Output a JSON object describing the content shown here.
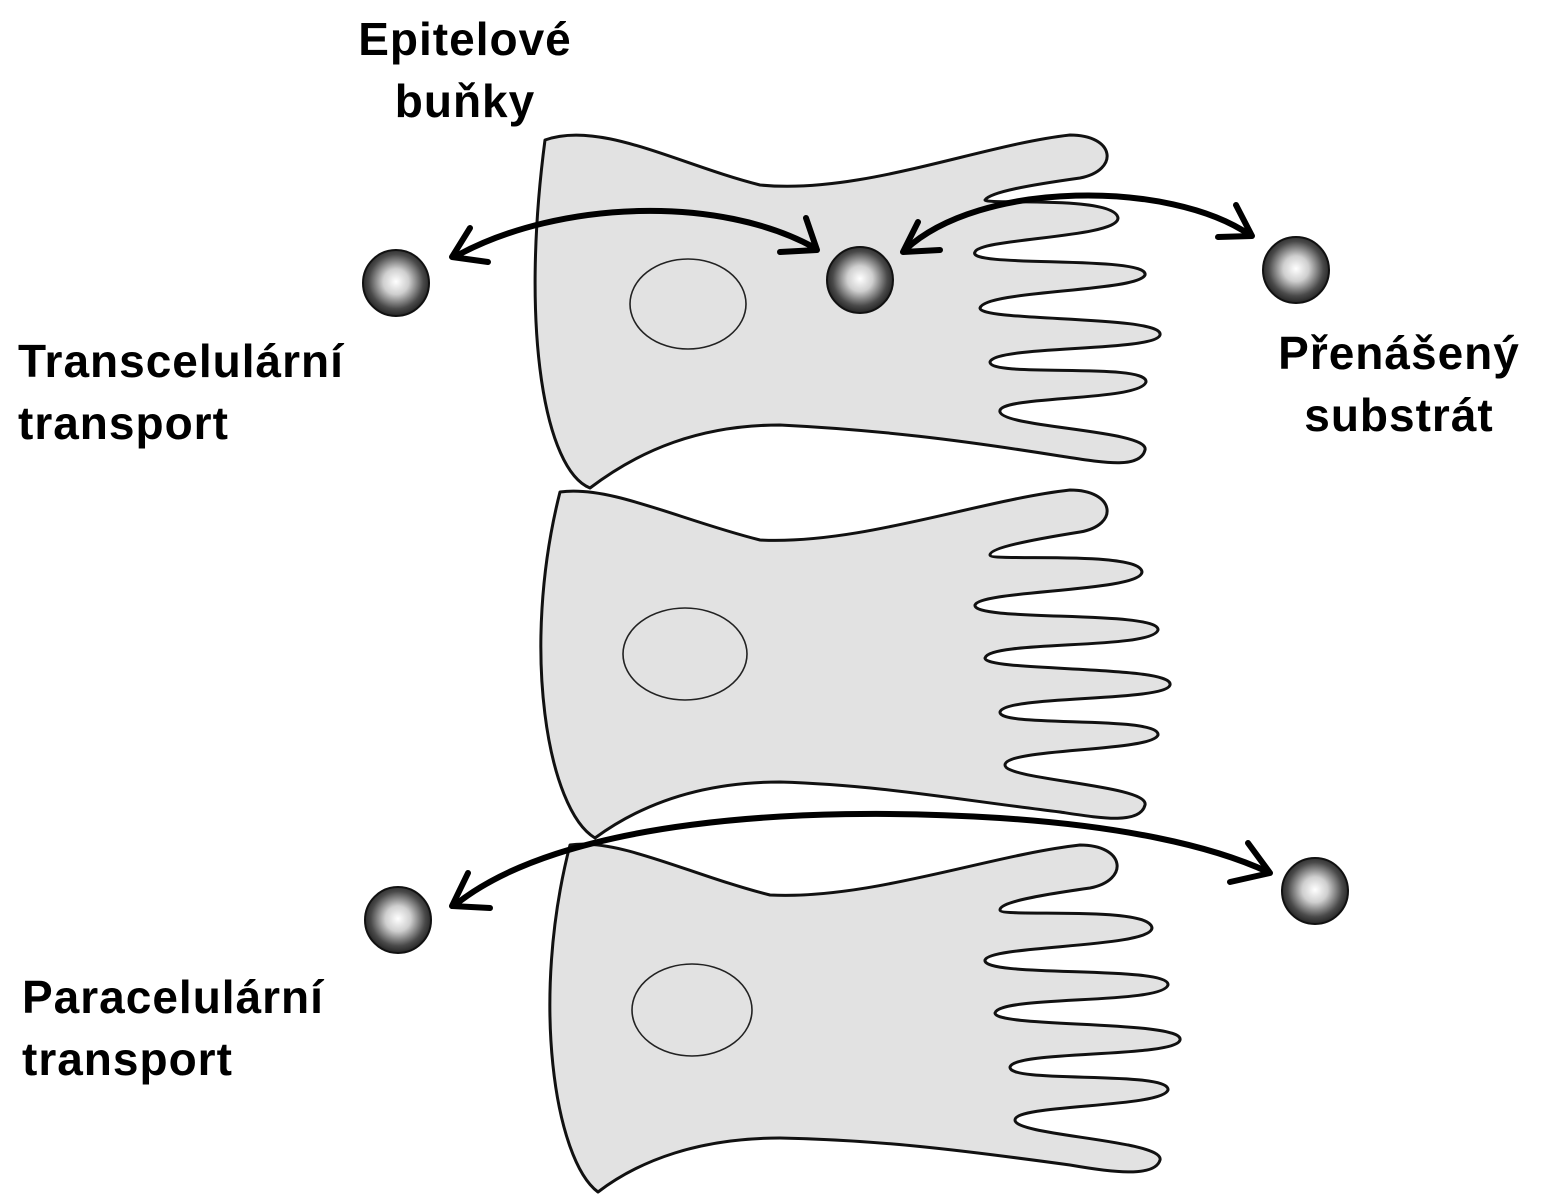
{
  "labels": {
    "epithelial_cells": [
      "Epitelové",
      "buňky"
    ],
    "transcellular": [
      "Transcelulární",
      "transport"
    ],
    "paracellular": [
      "Paracelulární",
      "transport"
    ],
    "substrate": [
      "Přenášený",
      "substrát"
    ]
  },
  "colors": {
    "cell_fill": "#e2e2e2",
    "outline": "#111111",
    "particle_dark": "#1a1a1a",
    "particle_light": "#ffffff"
  }
}
